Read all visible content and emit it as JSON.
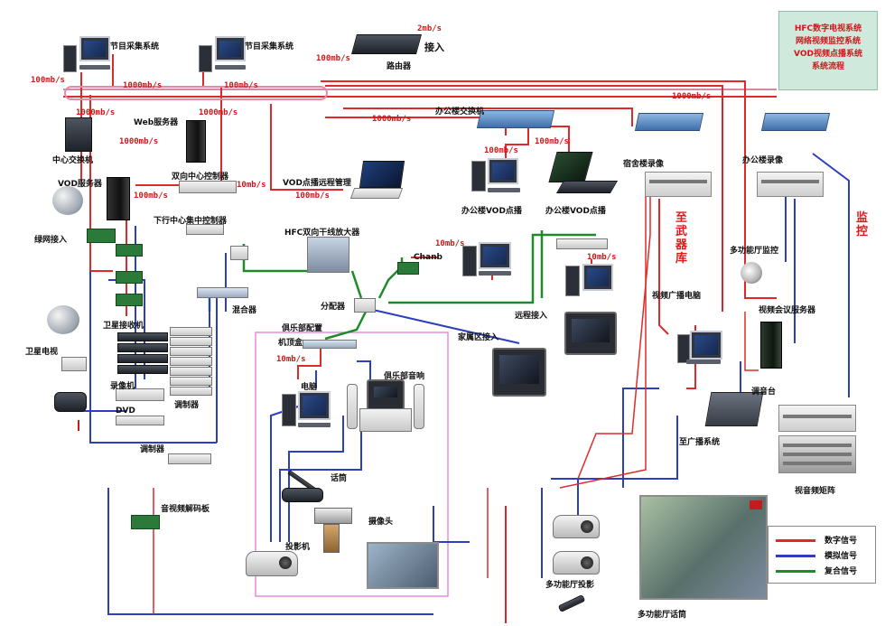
{
  "title_box": {
    "line1": "HFC数字电视系统",
    "line2": "网络视频监控系统",
    "line3": "VOD视频点播系统",
    "line4": "系统流程"
  },
  "labels": {
    "prog1": "节目采集系统",
    "prog2": "节目采集系统",
    "router": "路由器",
    "access": "接入",
    "core_switch": "中心交换机",
    "web_server": "Web服务器",
    "bi_controller": "双向中心控制器",
    "vod_remote": "VOD点播远程管理",
    "office_switch": "办公楼交换机",
    "vod_server": "VOD服务器",
    "green_net": "绿网接入",
    "down_controller": "下行中心集中控制器",
    "hfc_amp": "HFC双向干线放大器",
    "office_vod1": "办公楼VOD点播",
    "office_vod2": "办公楼VOD点播",
    "dorm_recorder": "宿舍楼录像",
    "office_recorder": "办公楼录像",
    "chanb": "Chanb",
    "combiner": "混合器",
    "splitter": "分配器",
    "remote_access": "远程接入",
    "family_access": "家属区接入",
    "multi_monitor": "多功能厅监控",
    "sat_receiver": "卫星接收机",
    "sat_tv": "卫星电视",
    "club_config": "俱乐部配置",
    "stb": "机顶盒",
    "club_audio": "俱乐部音响",
    "pc": "电脑",
    "vcr": "录像机",
    "modulator1": "调制器",
    "dvd": "DVD",
    "modulator2": "调制器",
    "video_pc": "视频广播电脑",
    "conf_server": "视频会议服务器",
    "mixer": "调音台",
    "broadcast": "至广播系统",
    "av_matrix": "视音频矩阵",
    "av_decoder": "音视频解码板",
    "mic": "话筒",
    "camera": "摄像头",
    "projector": "投影机",
    "multi_proj": "多功能厅投影",
    "multi_mic": "多功能厅话筒"
  },
  "rates": {
    "r_2mb": "2mb/s",
    "r_100_prog": "100mb/s",
    "r_1000_trunk": "1000mb/s",
    "r_100_prog2": "100mb/s",
    "r_100_router": "100mb/s",
    "r_1000_core": "1000mb/s",
    "r_1000_web": "1000mb/s",
    "r_1000_office": "1000mb/s",
    "r_1000_dorm": "1000mb/s",
    "r_1000_vod": "1000mb/s",
    "r_100_vodsrv": "100mb/s",
    "r_100_vodrem": "100mb/s",
    "r_10_ctrl": "10mb/s",
    "r_100_ovod1": "100mb/s",
    "r_100_ovod2": "100mb/s",
    "r_10_chanb": "10mb/s",
    "r_10_remote": "10mb/s",
    "r_10_club": "10mb/s"
  },
  "vertical_text": {
    "armory": "至武器库",
    "monitor": "监控"
  },
  "legend": {
    "items": [
      {
        "label": "数字信号",
        "color": "#e02a2a"
      },
      {
        "label": "模拟信号",
        "color": "#2b3fbf"
      },
      {
        "label": "复合信号",
        "color": "#1f8a2a"
      }
    ]
  },
  "colors": {
    "digital": "#e02a2a",
    "analog": "#2b3fbf",
    "composite": "#1f8a2a",
    "club_frame": "#e58adf"
  }
}
